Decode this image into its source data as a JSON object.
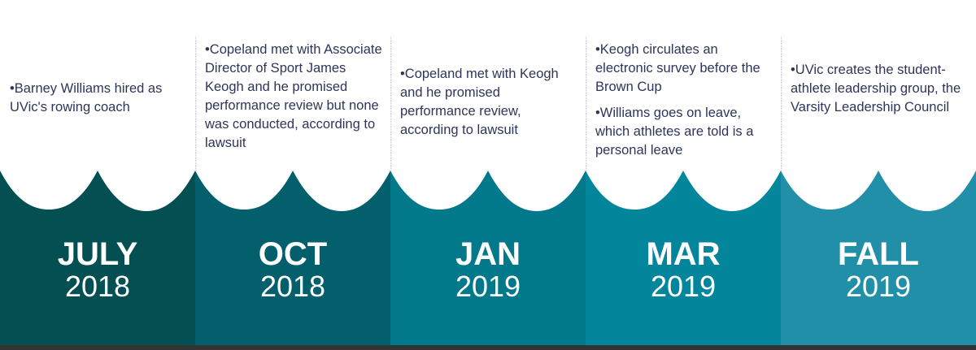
{
  "columns": [
    {
      "month": "JULY",
      "year": "2018",
      "color": "#034f52",
      "notes": [
        "Barney Williams hired as UVic's rowing coach"
      ]
    },
    {
      "month": "OCT",
      "year": "2018",
      "color": "#035f6c",
      "notes": [
        "Copeland met with Associate Director of Sport James Keogh and he promised performance review but none was conducted, according to lawsuit"
      ]
    },
    {
      "month": "JAN",
      "year": "2019",
      "color": "#02798b",
      "notes": [
        "Copeland met with Keogh and he promised performance review, according to lawsuit"
      ]
    },
    {
      "month": "MAR",
      "year": "2019",
      "color": "#03869c",
      "notes": [
        "Keogh circulates an electronic survey before the Brown Cup",
        "Williams goes on leave, which athletes are told is a personal leave"
      ]
    },
    {
      "month": "FALL",
      "year": "2019",
      "color": "#218fa8",
      "notes": [
        "UVic creates the student-athlete leadership group, the Varsity Leadership Council"
      ]
    }
  ]
}
